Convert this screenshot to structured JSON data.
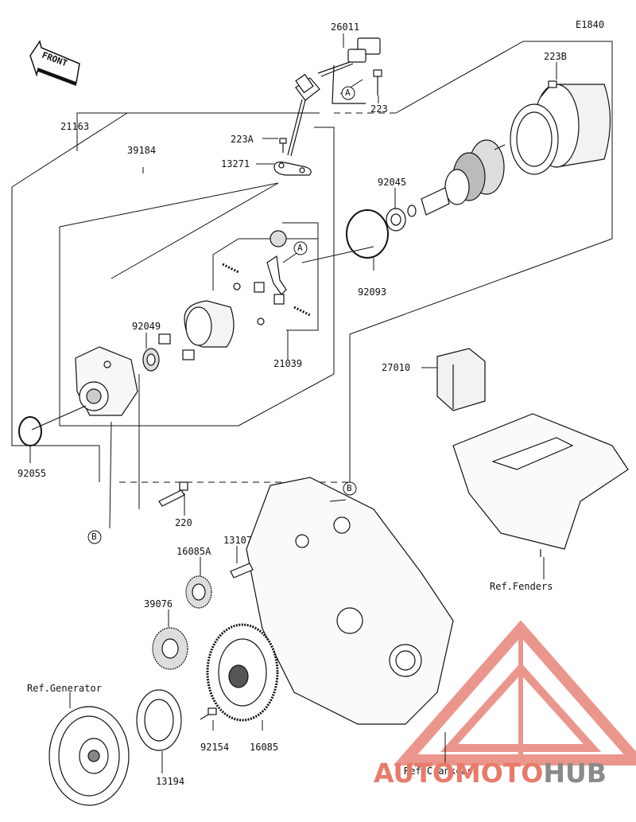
{
  "diagram_code": "E1840",
  "front_label": "FRONT",
  "callout_a": "A",
  "callout_b": "B",
  "parts": {
    "p26011": "26011",
    "p223B": "223B",
    "p223": "223",
    "p21163": "21163",
    "p223A": "223A",
    "p39184": "39184",
    "p13271": "13271",
    "p92045": "92045",
    "p92093": "92093",
    "p92049": "92049",
    "p21039": "21039",
    "p27010": "27010",
    "p92055": "92055",
    "p220": "220",
    "p16085A": "16085A",
    "p13107": "13107",
    "p39076": "39076",
    "p16085": "16085",
    "p92154": "92154",
    "p13194": "13194"
  },
  "refs": {
    "fenders": "Ref.Fenders",
    "generator": "Ref.Generator",
    "crankcase": "Ref.Crankcase"
  },
  "watermark": {
    "part1": "AUTOMOTO",
    "part2": "HUB",
    "color1": "#e87a6a",
    "color2": "#8a8a8a"
  }
}
